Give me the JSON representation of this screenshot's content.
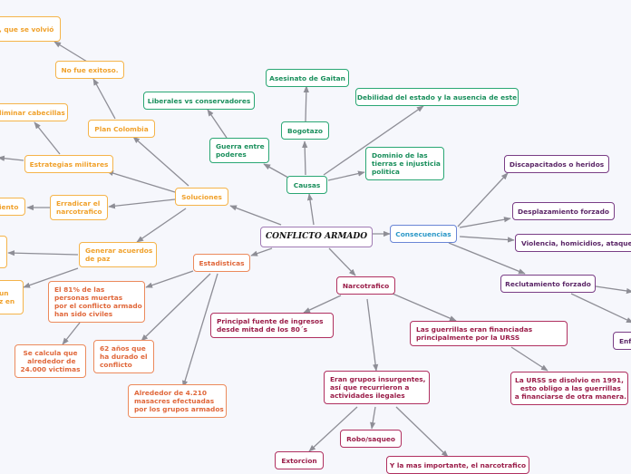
{
  "center": "CONFLICTO ARMADO",
  "soluciones": {
    "label": "Soluciones",
    "plan_colombia": "Plan Colombia",
    "no_fue_exitoso": "No fue exitoso.",
    "que_se_volvio": ", que se volvió",
    "estrategias_militares": "Estrategias militares",
    "eliminar_cabecillas": "liminar cabecillas",
    "erradicar": "Erradicar el\nnarcotrafico",
    "iento": "iento",
    "generar_acuerdos": "Generar acuerdos\nde paz",
    "un_z_en": "un\nz en"
  },
  "causas": {
    "label": "Causas",
    "guerra": "Guerra entre\npoderes",
    "liberales": "Liberales vs conservadores",
    "bogotazo": "Bogotazo",
    "asesinato": "Asesinato de Gaitan",
    "debilidad": "Debilidad del estado y la ausencia de este",
    "dominio": "Dominio de las\ntierras e injusticia\npolitica"
  },
  "consecuencias": {
    "label": "Consecuencias",
    "discapacitados": "Discapacitados o  heridos",
    "desplazamiento": "Desplazamiento  forzado",
    "violencia": "Violencia, homicidios, ataques",
    "reclutamiento": "Reclutamiento forzado",
    "enf": "Enf"
  },
  "estadisticas": {
    "label": "Estadisticas",
    "porcentaje": "El 81% de las\npersonas muertas\npor el conflicto armado\nhan sido civiles",
    "calcula": "Se calcula que\n alrededor de\n24.000 victimas",
    "anos": "62 años que\nha durado el\nconflicto",
    "masacres": "Alrededor de 4.210\nmasacres efectuadas\npor los grupos armados"
  },
  "narcotrafico": {
    "label": "Narcotrafico",
    "fuente": "Principal fuente de ingresos\ndesde mitad de los 80´s",
    "guerrillas": "Las guerrillas eran financiadas\nprincipalmente por la URSS",
    "urss": "La URSS se disolvio en 1991,\n esto obligo a las guerrillas\n a financiarse de otra manera.",
    "grupos": "Eran grupos insurgentes,\nasí que recurrieron a\nactividades ilegales",
    "extorcion": "Extorcion",
    "robo": "Robo/saqueo",
    "mas_importante": "Y la mas importante, el narcotrafico"
  },
  "colors": {
    "center": "#a07bb4",
    "soluciones": "#f5b44a",
    "estadisticas": "#ec8a5c",
    "causas": "#2aa774",
    "consecuencias": "#6a86d6",
    "reclutamiento": "#7a3e86",
    "narcotrafico": "#b03060",
    "edge": "#8e8e96"
  }
}
